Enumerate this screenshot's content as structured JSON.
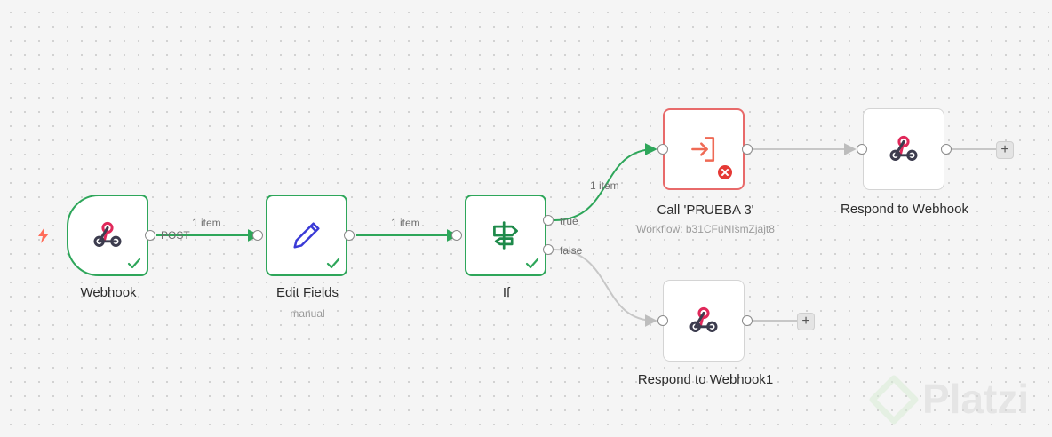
{
  "nodes": {
    "webhook": {
      "name": "Webhook",
      "output_label": "POST"
    },
    "edit_fields": {
      "name": "Edit Fields",
      "subtitle": "manual"
    },
    "if": {
      "name": "If",
      "true_label": "true",
      "false_label": "false"
    },
    "call_workflow": {
      "name": "Call 'PRUEBA 3'",
      "subtitle": "Workflow: b31CFuNIsmZjajt8"
    },
    "respond": {
      "name": "Respond to Webhook"
    },
    "respond1": {
      "name": "Respond to Webhook1"
    }
  },
  "edges": {
    "webhook_to_edit": "1 item",
    "edit_to_if": "1 item",
    "if_true_to_call": "1 item"
  },
  "add_button_label": "+",
  "watermark": "Platzi",
  "colors": {
    "success": "#2ea65a",
    "error": "#e86a6a",
    "webhook_red": "#e0285a",
    "webhook_dark": "#3c3c4e",
    "pencil": "#3a3ad6",
    "if_green": "#1e8a4a",
    "call_orange": "#ef6a55",
    "trigger_bolt": "#ff6d5a"
  }
}
